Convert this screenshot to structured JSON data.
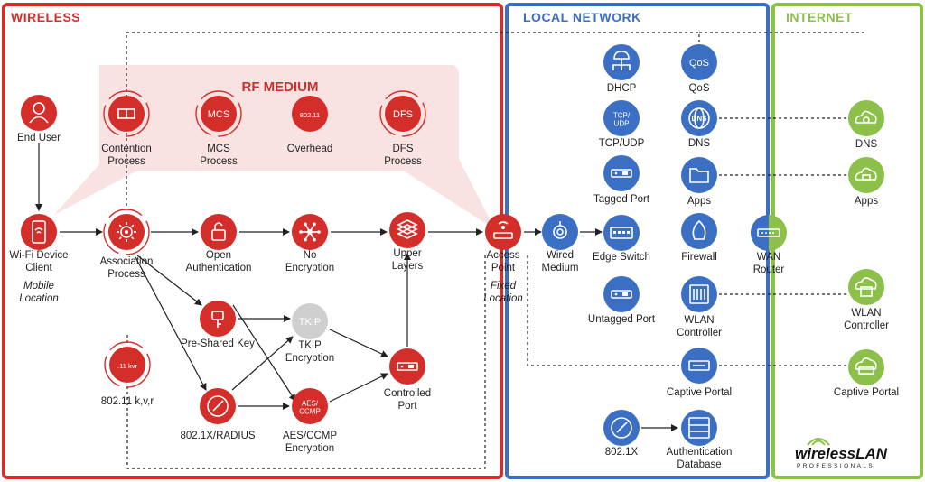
{
  "sections": {
    "wireless": "WIRELESS",
    "local": "LOCAL NETWORK",
    "internet": "INTERNET",
    "rf_medium": "RF MEDIUM"
  },
  "colors": {
    "red": "#d42e2a",
    "blue": "#3a6fc4",
    "green": "#8cc04a",
    "rfbg": "#f9e3e2",
    "tkip": "#cfcfcf"
  },
  "nodes": {
    "end_user": {
      "label": "End User",
      "icon": "user-icon"
    },
    "contention": {
      "label": "Contention\nProcess",
      "icon": "contention-icon"
    },
    "mcs": {
      "label": "MCS\nProcess",
      "icon_text": "MCS"
    },
    "overhead": {
      "label": "Overhead",
      "icon_text": "802.11"
    },
    "dfs": {
      "label": "DFS\nProcess",
      "icon_text": "DFS"
    },
    "client": {
      "label": "Wi-Fi Device\nClient",
      "sub": "Mobile\nLocation",
      "icon": "phone-icon"
    },
    "association": {
      "label": "Association\nProcess",
      "icon": "gear-icon"
    },
    "open_auth": {
      "label": "Open\nAuthentication",
      "icon": "unlock-icon"
    },
    "no_enc": {
      "label": "No\nEncryption",
      "icon": "network-icon"
    },
    "upper": {
      "label": "Upper\nLayers",
      "icon": "layers-icon"
    },
    "psk": {
      "label": "Pre-Shared Key",
      "icon": "key-icon"
    },
    "tkip": {
      "label": "TKIP\nEncryption",
      "icon_text": "TKIP"
    },
    "controlled": {
      "label": "Controlled\nPort",
      "icon": "port-icon"
    },
    "kvr": {
      "label": "802.11 k,v,r",
      "icon_text": ".11 kvr"
    },
    "radius": {
      "label": "802.1X/RADIUS",
      "icon": "gauge-icon"
    },
    "aes": {
      "label": "AES/CCMP\nEncryption",
      "icon_text": "AES/\nCCMP"
    },
    "ap": {
      "label": "Access\nPoint",
      "sub": "Fixed\nLocation",
      "icon": "access-point-icon"
    },
    "wired": {
      "label": "Wired\nMedium",
      "icon": "cable-icon"
    },
    "dhcp": {
      "label": "DHCP",
      "icon": "hierarchy-icon"
    },
    "qos": {
      "label": "QoS",
      "icon_text": "QoS"
    },
    "tcpudp": {
      "label": "TCP/UDP",
      "icon_text": "TCP/\nUDP"
    },
    "dns_local": {
      "label": "DNS",
      "icon": "dns-globe-icon"
    },
    "tagged": {
      "label": "Tagged Port",
      "icon": "port-icon"
    },
    "apps_local": {
      "label": "Apps",
      "icon": "folder-icon"
    },
    "edge": {
      "label": "Edge Switch",
      "icon": "switch-icon"
    },
    "firewall": {
      "label": "Firewall",
      "icon": "firewall-icon"
    },
    "wan": {
      "label": "WAN\nRouter",
      "icon": "router-icon"
    },
    "untagged": {
      "label": "Untagged Port",
      "icon": "port-icon"
    },
    "wlc_local": {
      "label": "WLAN\nController",
      "icon": "controller-icon"
    },
    "captive_local": {
      "label": "Captive Portal",
      "icon": "portal-icon"
    },
    "dot1x": {
      "label": "802.1X",
      "icon": "gauge-icon"
    },
    "auth_db": {
      "label": "Authentication\nDatabase",
      "icon": "database-icon"
    },
    "dns_net": {
      "label": "DNS",
      "icon": "cloud-globe-icon"
    },
    "apps_net": {
      "label": "Apps",
      "icon": "cloud-folder-icon"
    },
    "wlc_net": {
      "label": "WLAN\nController",
      "icon": "cloud-controller-icon"
    },
    "captive_net": {
      "label": "Captive Portal",
      "icon": "cloud-printer-icon"
    }
  },
  "logo": {
    "brand": "wirelessLAN",
    "tagline": "PROFESSIONALS"
  }
}
